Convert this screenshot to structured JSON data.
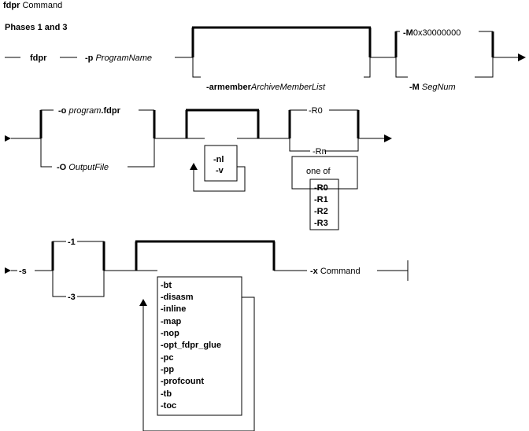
{
  "header": {
    "title_bold": "fdpr",
    "title_rest": " Command",
    "phase": "Phases 1 and 3"
  },
  "row1": {
    "cmd": "fdpr",
    "p_flag": "-p",
    "p_arg": "ProgramName",
    "armember_flag": "-armember",
    "armember_arg": "ArchiveMemberList",
    "m_default_flag": "-M",
    "m_default_val": "0x30000000",
    "m_flag": "-M",
    "m_arg": "SegNum"
  },
  "row2": {
    "o_flag": "-o",
    "o_default_prefix": "program",
    "o_default_suffix": ".fdpr",
    "O_flag": "-O",
    "O_arg": "OutputFile",
    "nl": "-nl",
    "v": "-v",
    "r0_default": "-R0",
    "rn": "-Rn",
    "one_of": "one of",
    "r_options": [
      "-R0",
      "-R1",
      "-R2",
      "-R3"
    ]
  },
  "row3": {
    "s_flag": "-s",
    "s_default": "-1",
    "s_alt": "-3",
    "options": [
      "-bt",
      "-disasm",
      "-inline",
      "-map",
      "-nop",
      "-opt_fdpr_glue",
      "-pc",
      "-pp",
      "-profcount",
      "-tb",
      "-toc"
    ],
    "x_flag": "-x",
    "x_arg": "Command"
  }
}
